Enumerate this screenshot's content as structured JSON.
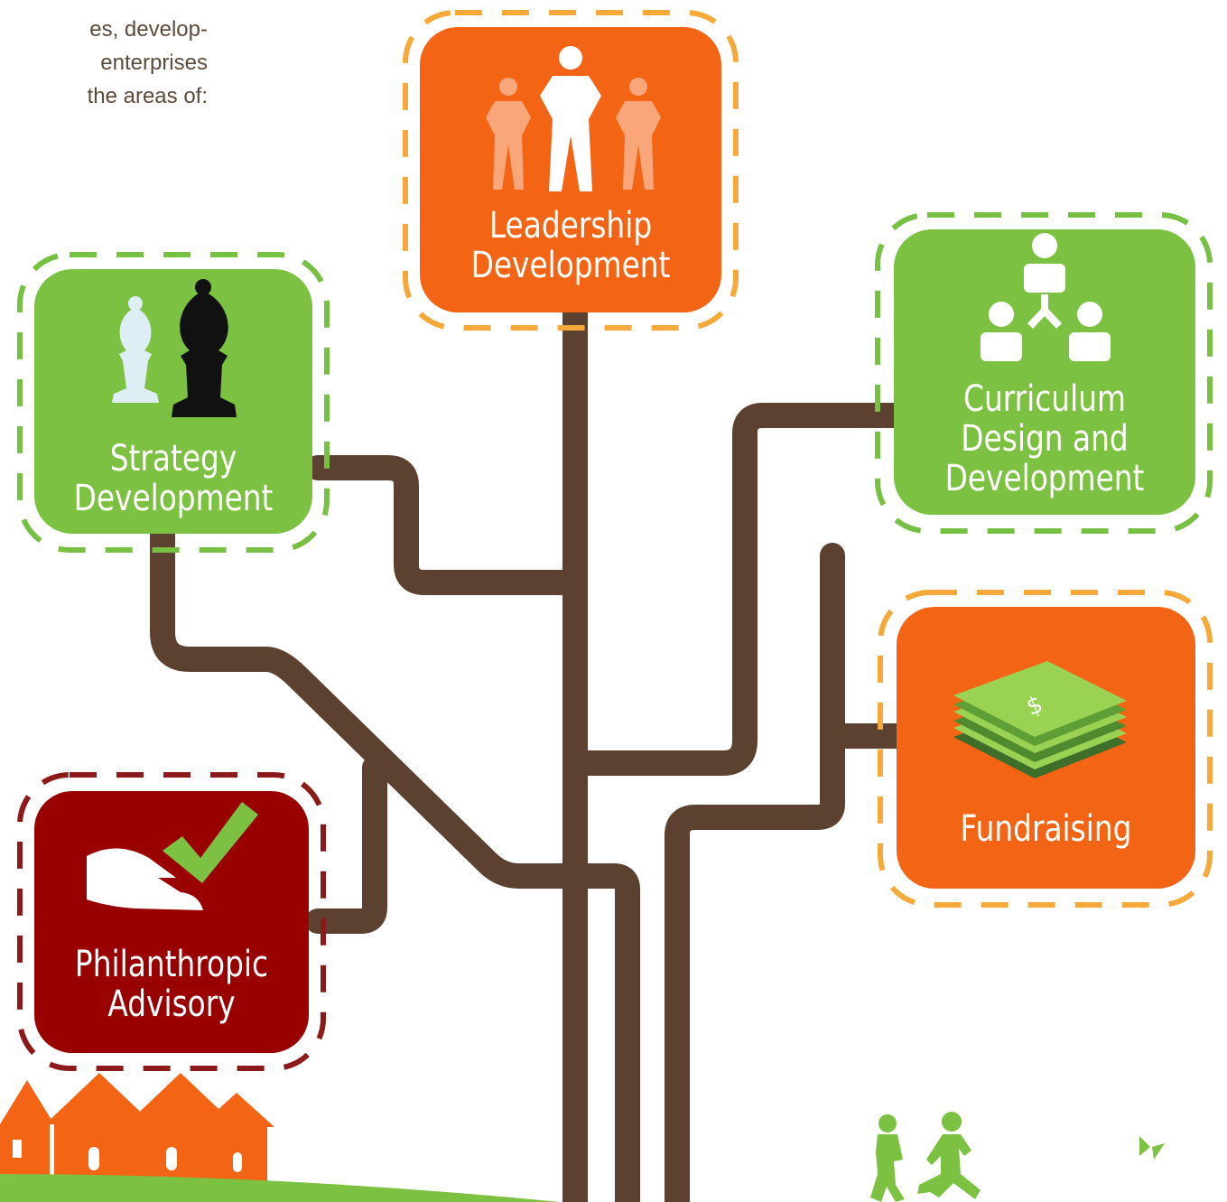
{
  "intro": {
    "lines": [
      "es, develop-",
      "enterprises",
      "the areas of:"
    ]
  },
  "colors": {
    "orange": "#f36415",
    "green": "#7dc143",
    "dark_red": "#990000",
    "brown": "#5c4131",
    "orange_dash": "#f6a93b",
    "green_dash": "#77c043",
    "red_dash": "#8c1a1a"
  },
  "nodes": {
    "leadership": {
      "lines": [
        "Leadership",
        "Development"
      ],
      "icon": "people-group-icon"
    },
    "strategy": {
      "lines": [
        "Strategy",
        "Development"
      ],
      "icon": "chess-pieces-icon"
    },
    "curriculum": {
      "lines": [
        "Curriculum",
        "Design and",
        "Development"
      ],
      "icon": "hierarchy-people-icon"
    },
    "fundraising": {
      "lines": [
        "Fundraising"
      ],
      "icon": "money-stack-icon"
    },
    "philanthropic": {
      "lines": [
        "Philanthropic",
        "Advisory"
      ],
      "icon": "hand-check-icon"
    }
  }
}
